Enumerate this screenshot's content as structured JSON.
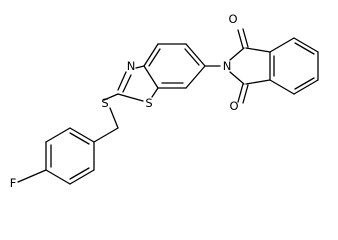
{
  "molecule": {
    "atoms": {
      "oxygen_top": "O",
      "oxygen_bottom": "O",
      "imide_nitrogen": "N",
      "thiazole_nitrogen": "N",
      "thiazole_sulfur": "S",
      "thioether_sulfur": "S",
      "fluorine": "F"
    }
  }
}
